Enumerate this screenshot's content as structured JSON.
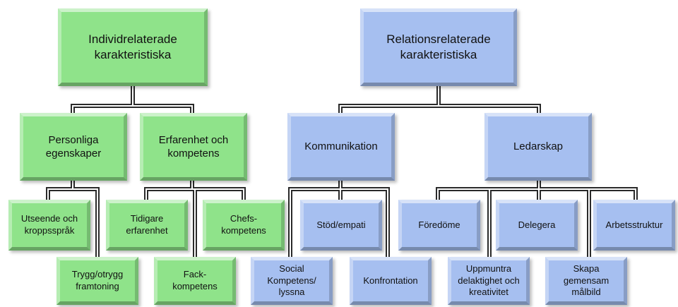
{
  "colors": {
    "green": "#8fe38a",
    "blue": "#a6bff0",
    "connector": "#2a2a2a"
  },
  "nodes": {
    "individ": {
      "line1": "Individrelaterade",
      "line2": "karakteristiska"
    },
    "relation": {
      "line1": "Relationsrelaterade",
      "line2": "karakteristiska"
    },
    "personliga": {
      "line1": "Personliga",
      "line2": "egenskaper"
    },
    "erfarenhet": {
      "line1": "Erfarenhet och",
      "line2": "kompetens"
    },
    "kommunikation": {
      "line1": "Kommunikation"
    },
    "ledarskap": {
      "line1": "Ledarskap"
    },
    "utseende": {
      "line1": "Utseende och",
      "line2": "kroppsspråk"
    },
    "trygg": {
      "line1": "Trygg/otrygg",
      "line2": "framtoning"
    },
    "tidigare": {
      "line1": "Tidigare",
      "line2": "erfarenhet"
    },
    "chefs": {
      "line1": "Chefs-",
      "line2": "kompetens"
    },
    "fack": {
      "line1": "Fack-",
      "line2": "kompetens"
    },
    "stod": {
      "line1": "Stöd/empati"
    },
    "social": {
      "line1": "Social",
      "line2": "Kompetens/",
      "line3": "lyssna"
    },
    "konfrontation": {
      "line1": "Konfrontation"
    },
    "foredome": {
      "line1": "Föredöme"
    },
    "delegera": {
      "line1": "Delegera"
    },
    "arbetsstruktur": {
      "line1": "Arbetsstruktur"
    },
    "uppmuntra": {
      "line1": "Uppmuntra",
      "line2": "delaktighet och",
      "line3": "kreativitet"
    },
    "skapa": {
      "line1": "Skapa",
      "line2": "gemensam",
      "line3": "målbild"
    }
  }
}
